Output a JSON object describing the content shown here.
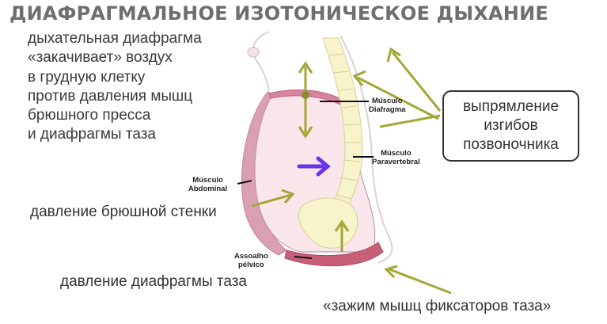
{
  "title": "ДИАФРАГМАЛЬНОЕ ИЗОТОНИЧЕСКОЕ ДЫХАНИЕ",
  "intro_lines": [
    "дыхательная диафрагма",
    "«закачивает» воздух",
    "в грудную клетку",
    "против давления мышц",
    "брюшного пресса",
    "и диафрагмы таза"
  ],
  "callout_lines": [
    "выпрямление",
    "изгибов",
    "позвоночника"
  ],
  "captions": {
    "abdominal_wall": "давление брюшной стенки",
    "pelvic_diaphragm": "давление диафрагмы таза",
    "pelvic_clamp": "«зажим мышц фиксаторов таза»"
  },
  "labels": {
    "diaphragm": [
      "Músculo",
      "Diafragma"
    ],
    "paravertebral": [
      "Músculo",
      "Paravertebral"
    ],
    "abdominal": [
      "Músculo",
      "Abdominal"
    ],
    "pelvic": [
      "Assoalho",
      "pélvico"
    ]
  },
  "colors": {
    "arrow": "#a4a637",
    "breath_arrow": "#6a33e6",
    "body_fill": "#f8e6ea",
    "muscle": "#c96e8c",
    "bone": "#f7f4cc"
  }
}
